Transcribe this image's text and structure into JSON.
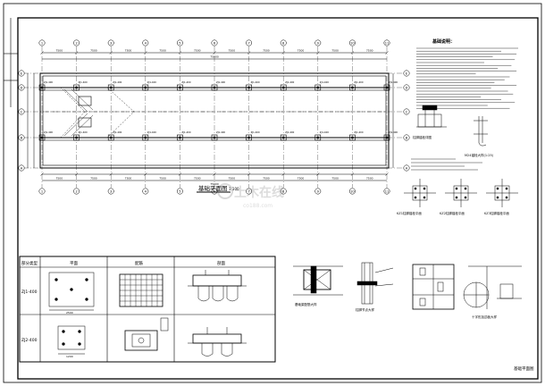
{
  "plan": {
    "title": "基础平面图",
    "scale": "1:100",
    "bay_dims": [
      "7500",
      "7500",
      "7500",
      "7500",
      "7500",
      "7500",
      "7500",
      "7500",
      "7500",
      "7500"
    ],
    "total_dim": "75000",
    "col_axes": [
      "1",
      "2",
      "3",
      "4",
      "5",
      "6",
      "7",
      "8",
      "9",
      "10",
      "11"
    ],
    "row_axes": [
      "A",
      "B",
      "C",
      "D",
      "E"
    ],
    "footing_tag": "ZJ1-400"
  },
  "notes": {
    "title": "基础说明："
  },
  "details": {
    "d1": "柱脚锚栓详图",
    "d2": "M24锚栓大样(1:25)",
    "d3": "KZ1柱脚锚栓平面",
    "d4": "KZ2柱脚锚栓平面",
    "d5": "KZ3柱脚锚栓平面"
  },
  "table": {
    "headers": [
      "部分类型",
      "平面",
      "配筋",
      "剖面"
    ],
    "rows": [
      {
        "type": "ZJ1-400",
        "dim": "2500"
      },
      {
        "type": "ZJ2-400",
        "dim": "1200"
      }
    ]
  },
  "bottom_details": {
    "b1": "基础梁配筋大样",
    "b2": "柱脚节点大样",
    "b3": "十字形加劲板大样"
  },
  "watermark": {
    "brand": "土木在线",
    "url": "co188.com"
  },
  "title_block": {
    "text": "基础平面图"
  }
}
